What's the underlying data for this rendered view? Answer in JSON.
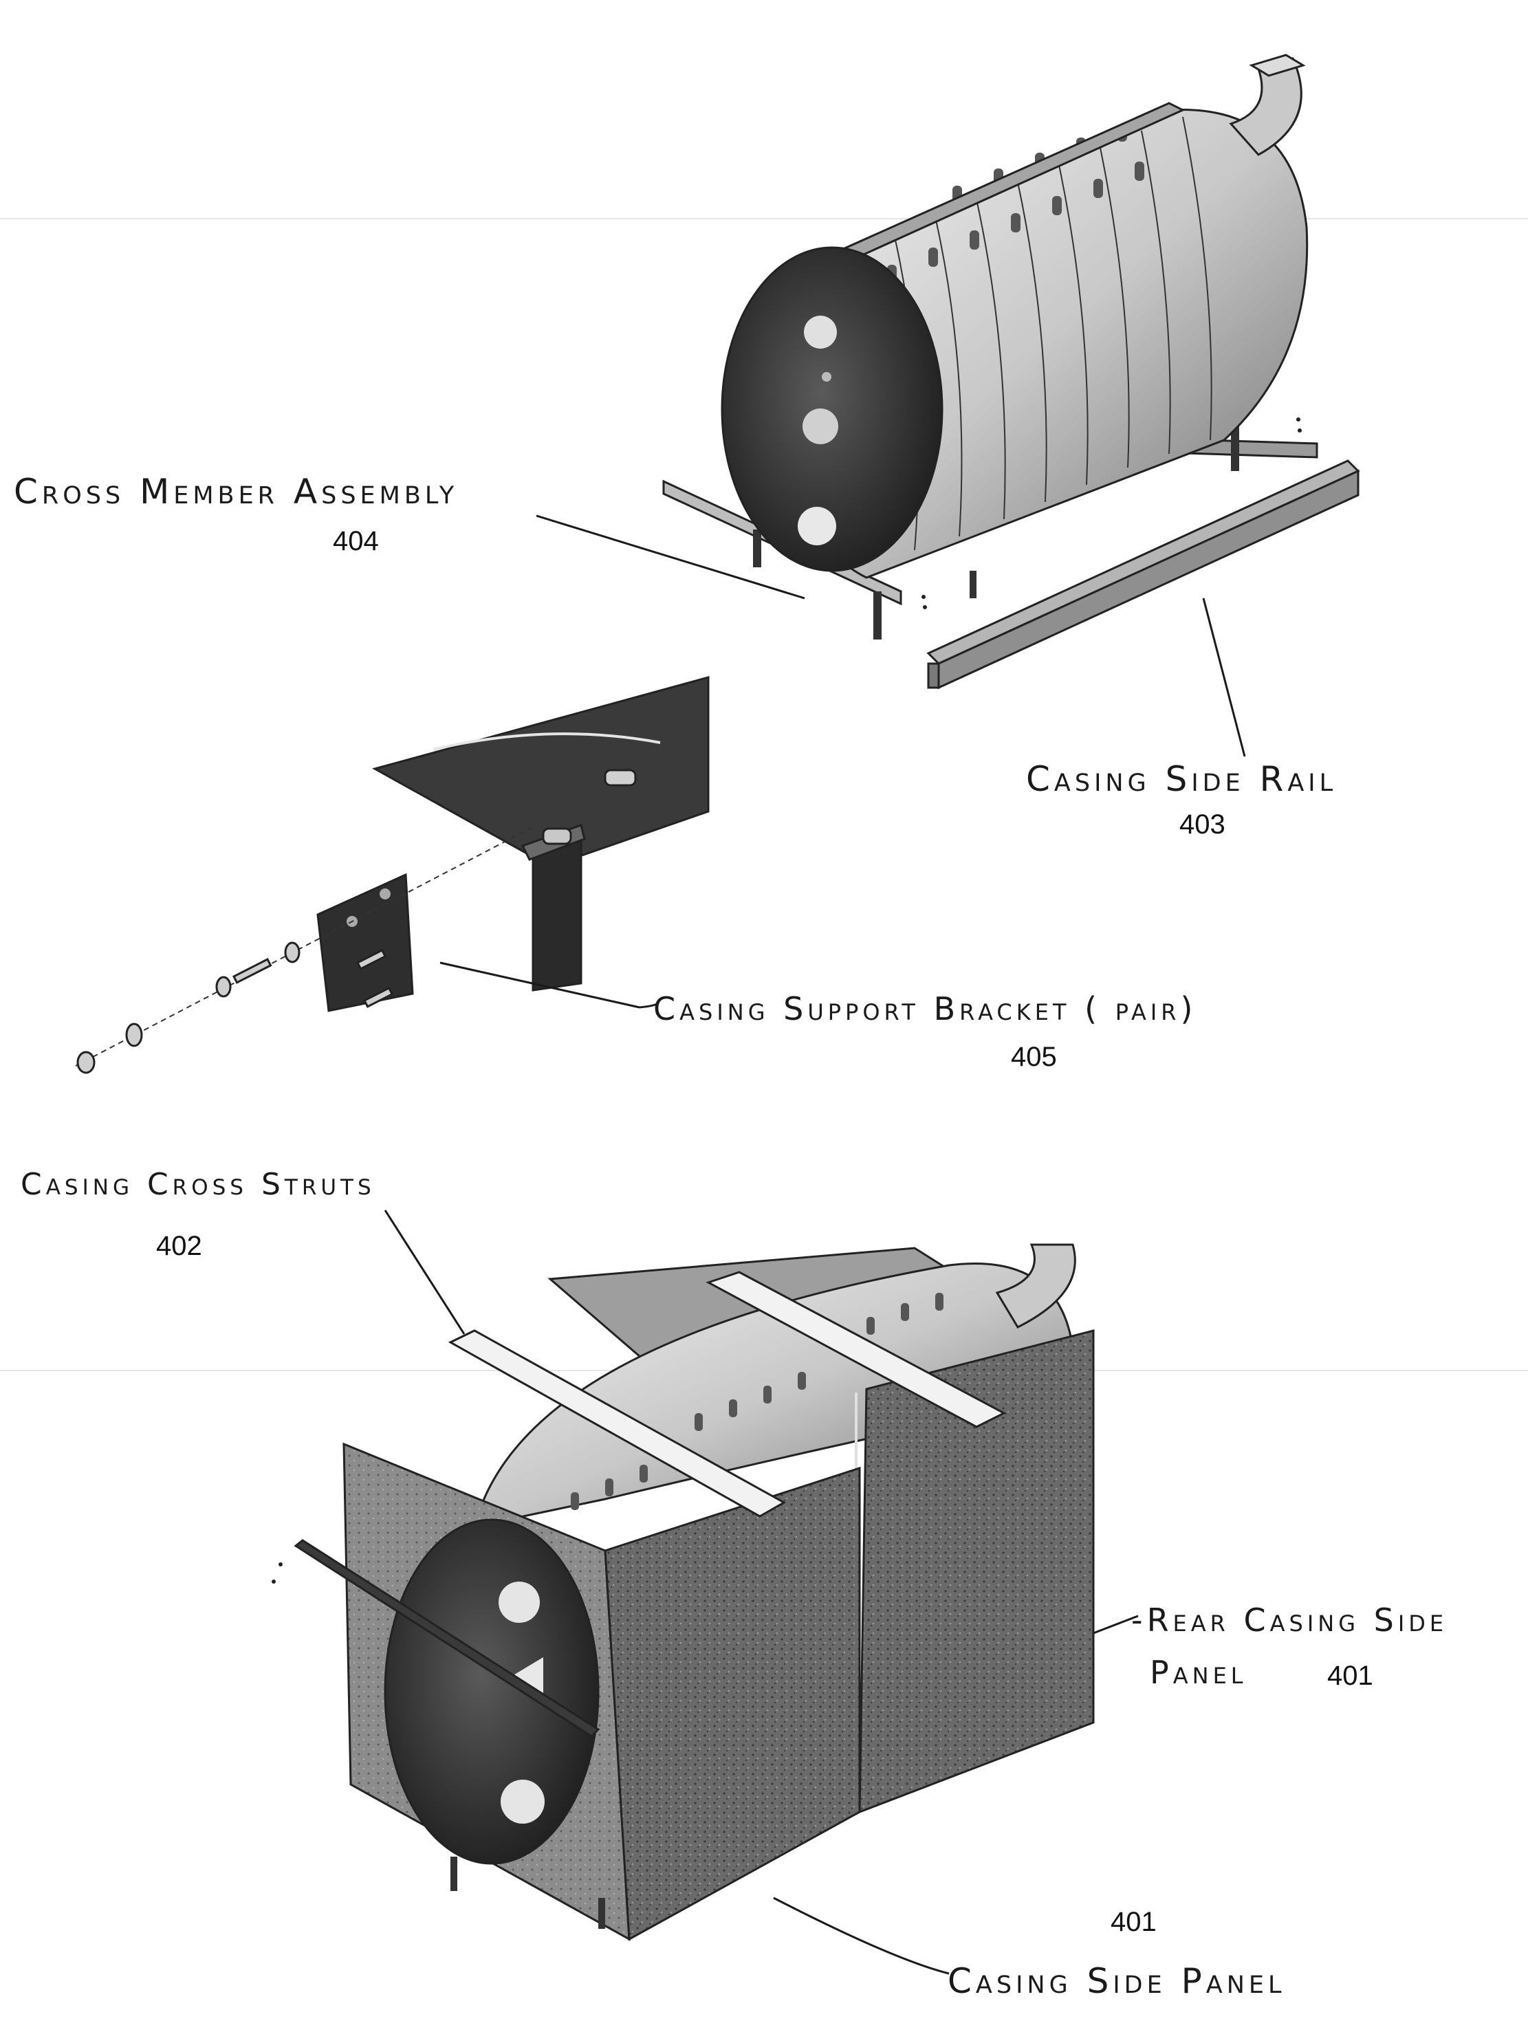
{
  "labels": {
    "cross_member": {
      "text": "Cross Member Assembly",
      "ref": "404"
    },
    "side_rail": {
      "text": "Casing Side Rail",
      "ref": "403"
    },
    "support_bracket": {
      "text": "Casing Support Bracket ( pair)",
      "ref": "405"
    },
    "cross_struts": {
      "text": "Casing Cross Struts",
      "ref": "402"
    },
    "rear_panel": {
      "line1": "-Rear Casing Side",
      "line2": "Panel",
      "ref": "401"
    },
    "side_panel": {
      "text": "Casing Side Panel",
      "ref": "401"
    }
  },
  "colors": {
    "ink": "#1a1a1a",
    "panel_dark": "#4a4a4a",
    "panel_mid": "#8a8a8a",
    "drum_light": "#d9d9d9",
    "paper": "#ffffff"
  }
}
